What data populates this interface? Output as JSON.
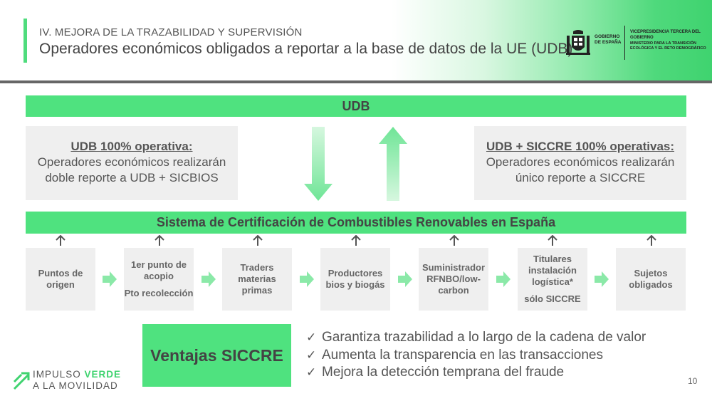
{
  "header": {
    "section": "IV. MEJORA DE LA TRAZABILIDAD Y SUPERVISIÓN",
    "title": "Operadores económicos obligados a reportar a la base de datos de la UE (UDB)",
    "gov_name": "GOBIERNO DE ESPAÑA",
    "vicepresidency": "VICEPRESIDENCIA TERCERA DEL GOBIERNO",
    "ministry": "MINISTERIO PARA LA TRANSICIÓN ECOLÓGICA Y EL RETO DEMOGRÁFICO"
  },
  "udb_bar": "UDB",
  "left_box": {
    "heading": "UDB 100% operativa:",
    "line1": "Operadores económicos realizarán",
    "line2": "doble reporte a UDB + SICBIOS"
  },
  "right_box": {
    "heading": "UDB + SICCRE 100% operativas:",
    "line1": "Operadores económicos realizarán",
    "line2": "único reporte a SICCRE"
  },
  "siccre_bar": "Sistema de Certificación de Combustibles Renovables en España",
  "chain": [
    {
      "label": "Puntos de origen",
      "sub": ""
    },
    {
      "label": "1er punto de acopio",
      "sub": "Pto recolección"
    },
    {
      "label": "Traders materias primas",
      "sub": ""
    },
    {
      "label": "Productores bios y biogás",
      "sub": ""
    },
    {
      "label": "Suministrador RFNBO/low-carbon",
      "sub": ""
    },
    {
      "label": "Titulares instalación logística*",
      "sub": "sólo SICCRE"
    },
    {
      "label": "Sujetos obligados",
      "sub": ""
    }
  ],
  "ventajas": {
    "title": "Ventajas SICCRE",
    "items": [
      "Garantiza trazabilidad a lo largo de la cadena de valor",
      "Aumenta la transparencia en las transacciones",
      "Mejora la detección temprana del fraude"
    ]
  },
  "footer": {
    "brand_line1_a": "IMPULSO",
    "brand_line1_b": "VERDE",
    "brand_line2": "A LA MOVILIDAD",
    "page_number": "10"
  },
  "colors": {
    "accent_green": "#4fe27f",
    "box_grey": "#efefef",
    "text_grey": "#555555"
  }
}
